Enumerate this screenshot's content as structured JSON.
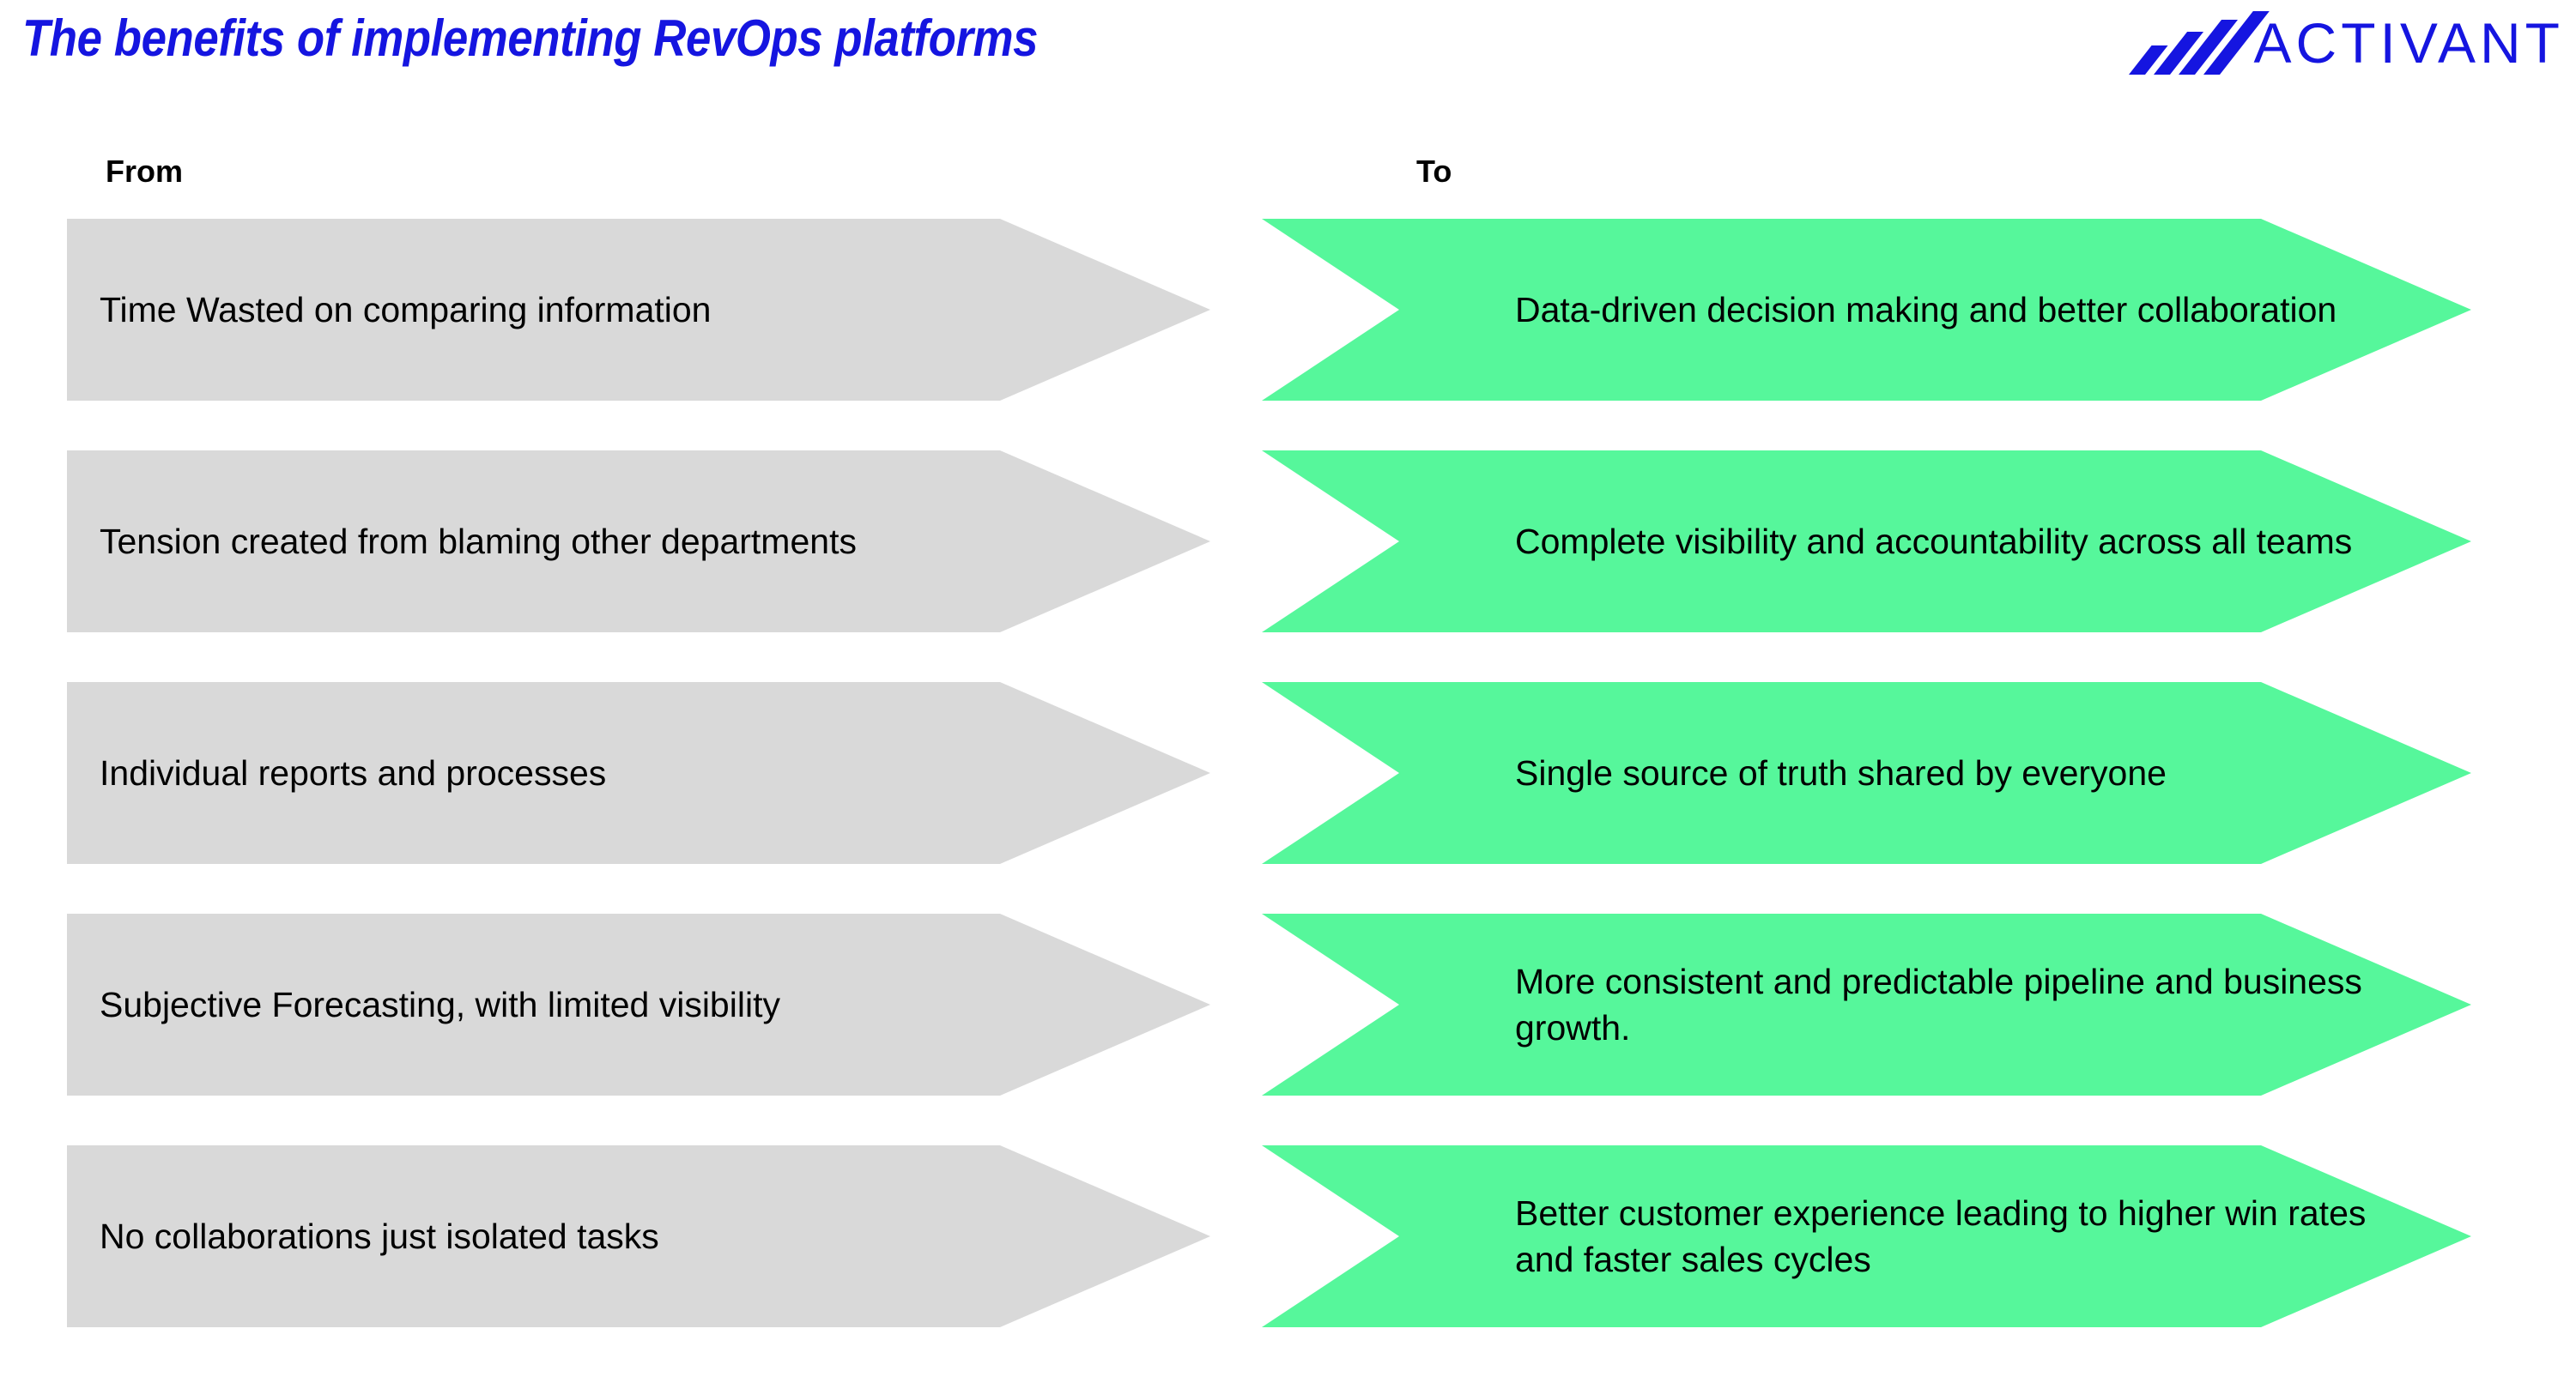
{
  "header": {
    "title": "The benefits of implementing RevOps platforms",
    "logo_text": "ACTIVANT",
    "logo_icon": "activant-slashes-icon",
    "title_color": "#1515E0"
  },
  "columns": {
    "from_label": "From",
    "to_label": "To"
  },
  "colors": {
    "from_fill": "#D9D9D9",
    "to_fill": "#56F79B",
    "text": "#000000",
    "brand_blue": "#1515E0"
  },
  "rows": [
    {
      "from": "Time Wasted on comparing information",
      "to": "Data-driven decision making and better collaboration"
    },
    {
      "from": "Tension created from blaming other departments",
      "to": "Complete visibility and accountability across all teams"
    },
    {
      "from": "Individual reports and processes",
      "to": "Single source of truth shared by everyone"
    },
    {
      "from": "Subjective Forecasting, with limited visibility",
      "to": "More consistent and predictable pipeline and business growth."
    },
    {
      "from": "No collaborations just isolated tasks",
      "to": "Better customer experience leading to higher win rates and faster sales cycles"
    }
  ]
}
